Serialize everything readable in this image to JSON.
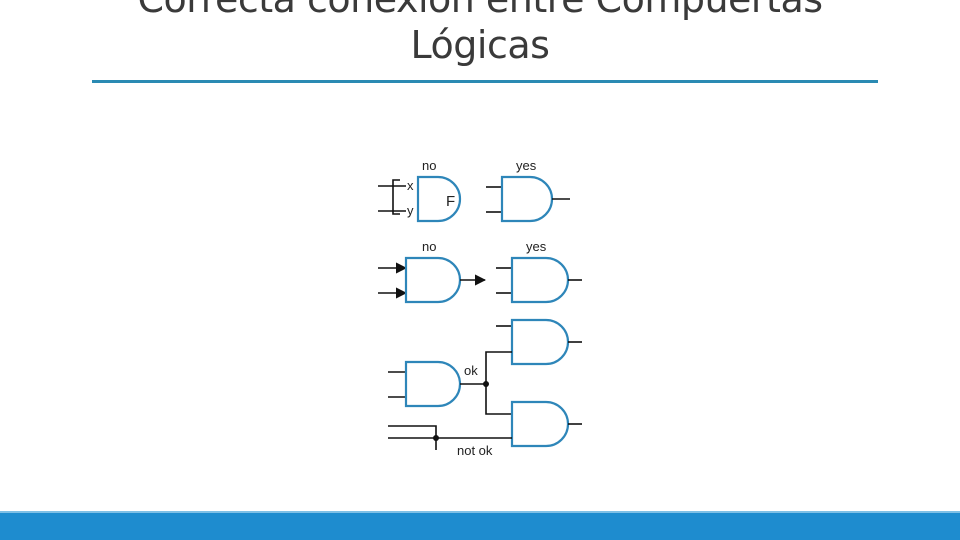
{
  "slide": {
    "title_line1": "Correcta conexión entre Compuertas",
    "title_line2": "Lógicas"
  },
  "diagram": {
    "row1_no": "no",
    "row1_yes": "yes",
    "input_x": "x",
    "input_y": "y",
    "output_f": "F",
    "row2_no": "no",
    "row2_yes": "yes",
    "ok": "ok",
    "not_ok": "not ok"
  },
  "colors": {
    "title_rule": "#2a8ab3",
    "gate_stroke": "#2e86b9",
    "footer": "#1e8ccf"
  }
}
